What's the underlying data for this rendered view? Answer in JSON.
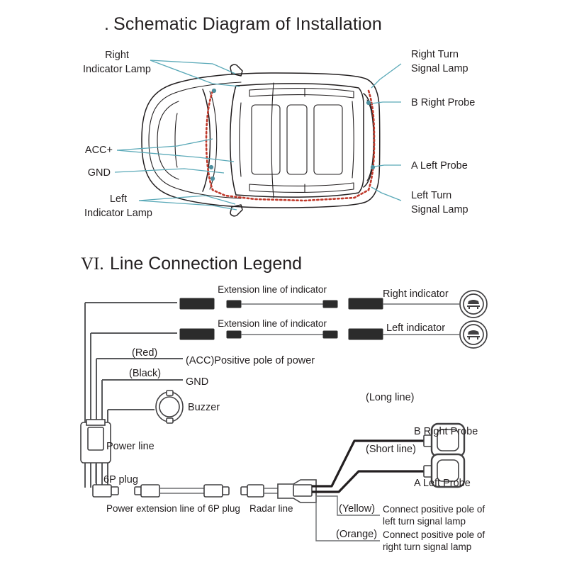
{
  "page": {
    "background": "#ffffff",
    "ink": "#231f20",
    "leader_color": "#5aa9b8",
    "route_color": "#c0392b",
    "connector_color": "#2b2b2b"
  },
  "section1": {
    "title_prefix": ".",
    "title": "Schematic Diagram of Installation",
    "labels": {
      "right_indicator_lamp_l1": "Right",
      "right_indicator_lamp_l2": "Indicator Lamp",
      "acc_plus": "ACC+",
      "gnd": "GND",
      "left_indicator_lamp_l1": "Left",
      "left_indicator_lamp_l2": "Indicator Lamp",
      "right_turn_signal_l1": "Right Turn",
      "right_turn_signal_l2": "Signal Lamp",
      "b_right_probe": "B Right Probe",
      "a_left_probe": "A Left Probe",
      "left_turn_signal_l1": "Left Turn",
      "left_turn_signal_l2": "Signal Lamp"
    }
  },
  "section2": {
    "numeral": "VI.",
    "title": "Line Connection Legend",
    "labels": {
      "extension_line_top": "Extension line of indicator",
      "extension_line_bottom": "Extension line of indicator",
      "right_indicator": "Right indicator",
      "left_indicator": "Left indicator",
      "red": "(Red)",
      "acc_positive": "(ACC)Positive pole of power",
      "black": "(Black)",
      "gnd": "GND",
      "buzzer": "Buzzer",
      "power_line": "Power line",
      "six_p_plug": "6P plug",
      "power_extension": "Power extension line of 6P plug",
      "radar_line": "Radar line",
      "long_line": "(Long line)",
      "b_right_probe": "B Right Probe",
      "short_line": "(Short line)",
      "a_left_probe": "A Left Probe",
      "yellow": "(Yellow)",
      "yellow_desc_l1": "Connect positive pole of",
      "yellow_desc_l2": "left turn signal lamp",
      "orange": "(Orange)",
      "orange_desc_l1": "Connect positive pole of",
      "orange_desc_l2": "right turn signal lamp"
    },
    "icons": {
      "indicator_lamp": "car-front-lamp-icon",
      "buzzer": "buzzer-icon",
      "probe": "probe-sensor-icon",
      "plug": "plug-connector-icon"
    }
  }
}
